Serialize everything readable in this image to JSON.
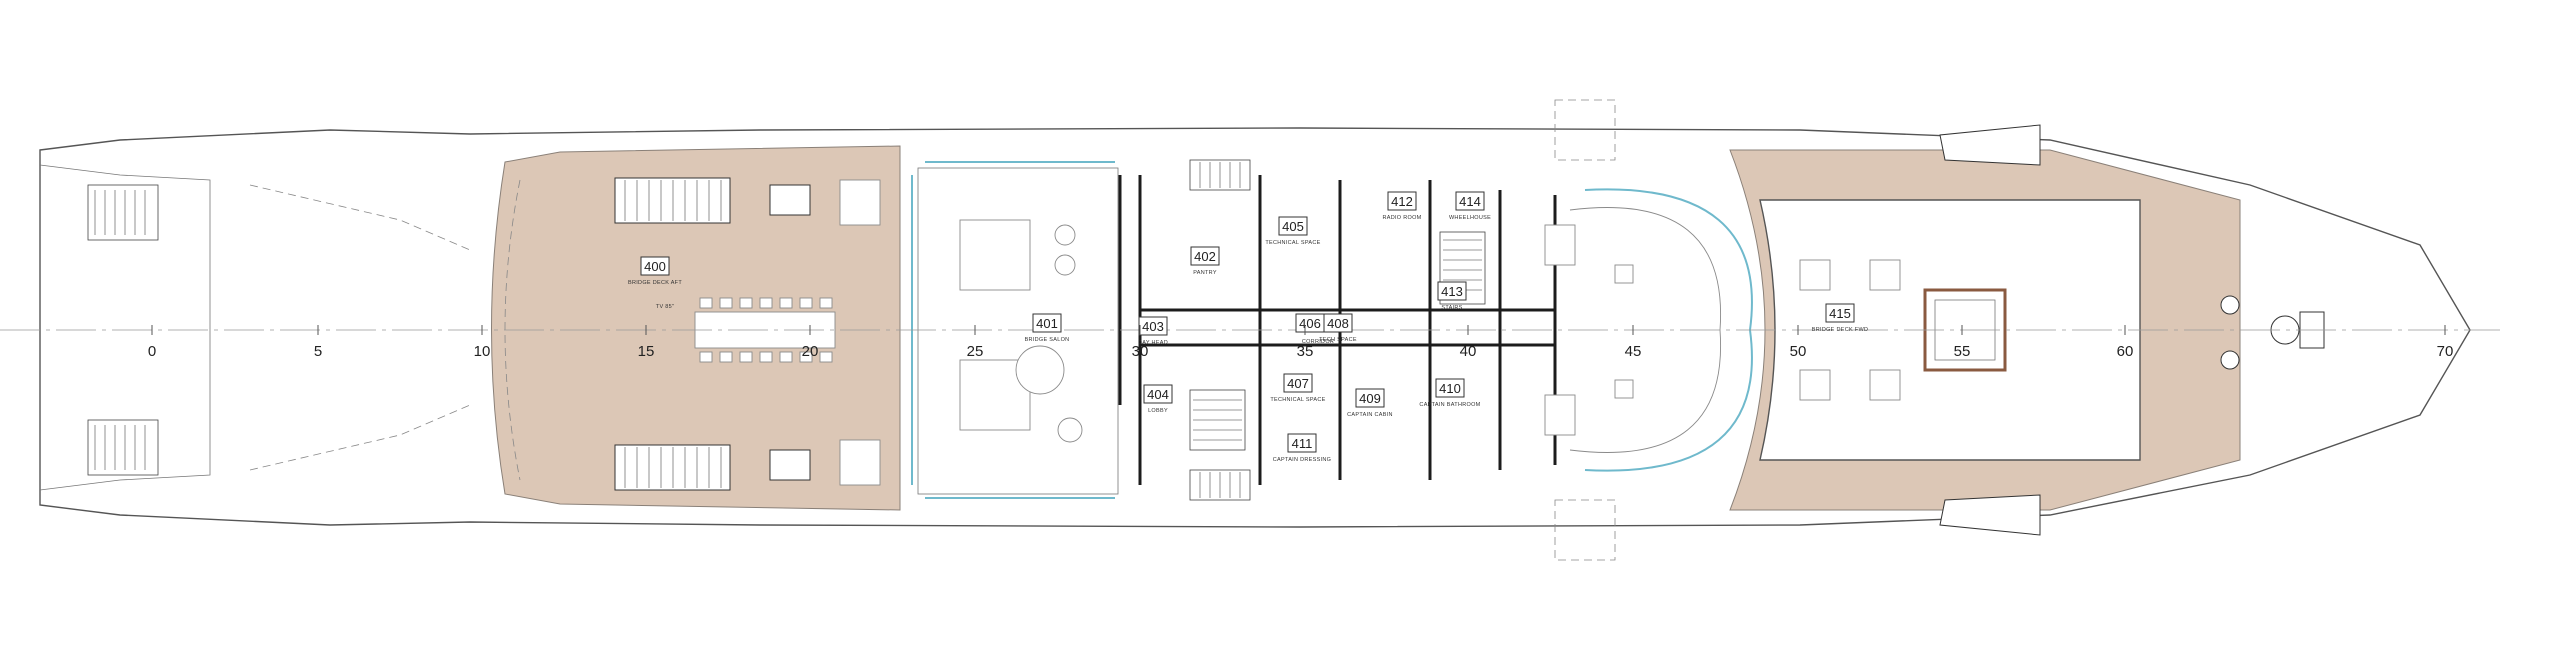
{
  "rooms": [
    {
      "id": "400",
      "name": "BRIDGE DECK AFT"
    },
    {
      "id": "401",
      "name": "BRIDGE SALON"
    },
    {
      "id": "402",
      "name": "PANTRY"
    },
    {
      "id": "403",
      "name": "DAY HEAD"
    },
    {
      "id": "404",
      "name": "LOBBY"
    },
    {
      "id": "405",
      "name": "TECHNICAL SPACE"
    },
    {
      "id": "406",
      "name": ""
    },
    {
      "id": "407",
      "name": "TECHNICAL SPACE"
    },
    {
      "id": "408",
      "name": "TECH SPACE"
    },
    {
      "id": "409",
      "name": "CAPTAIN CABIN"
    },
    {
      "id": "410",
      "name": "CAPTAIN BATHROOM"
    },
    {
      "id": "411",
      "name": "CAPTAIN DRESSING"
    },
    {
      "id": "412",
      "name": "RADIO ROOM"
    },
    {
      "id": "413",
      "name": "STAIRS"
    },
    {
      "id": "414",
      "name": "WHEELHOUSE"
    },
    {
      "id": "415",
      "name": "BRIDGE DECK FWD"
    }
  ],
  "labels": {
    "corridor": "CORRIDOR",
    "tv": "TV 85\""
  },
  "frame_numbers": [
    "0",
    "5",
    "10",
    "15",
    "20",
    "25",
    "30",
    "35",
    "40",
    "45",
    "50",
    "55",
    "60",
    "70"
  ]
}
